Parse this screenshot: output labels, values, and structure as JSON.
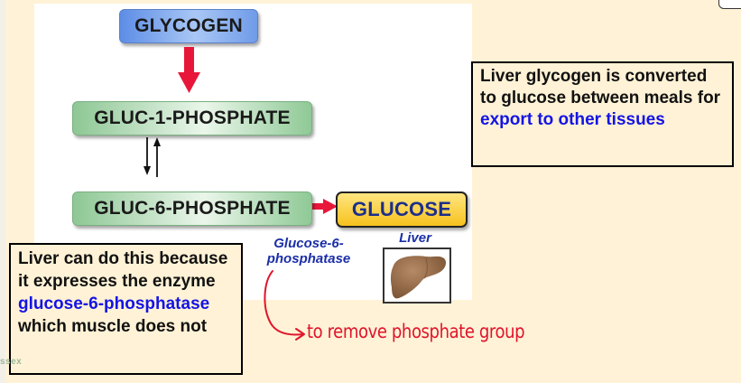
{
  "diagram": {
    "nodes": {
      "glycogen": "GLYCOGEN",
      "gluc1p": "GLUC-1-PHOSPHATE",
      "gluc6p": "GLUC-6-PHOSPHATE",
      "glucose": "GLUCOSE"
    },
    "enzyme_label": {
      "line1": "Glucose-6-",
      "line2": "phosphatase"
    },
    "liver_label": "Liver",
    "liver_icon": "liver-organ-icon"
  },
  "notes": {
    "right": {
      "text_plain": "Liver glycogen is converted to glucose between meals for ",
      "text_highlight": "export to other tissues"
    },
    "left": {
      "part1": "Liver can do this because it expresses the enzyme ",
      "highlight": "glucose-6-phosphatase",
      "part2": " which muscle does not"
    }
  },
  "annotation": {
    "handwritten_text": "to remove phosphate group"
  },
  "watermark": "ssex",
  "colors": {
    "background": "#fff2d6",
    "arrow_red": "#e8173a",
    "highlight_blue": "#1414e6",
    "enzyme_blue": "#1b2fa8",
    "annotation_red": "#e0142c"
  }
}
